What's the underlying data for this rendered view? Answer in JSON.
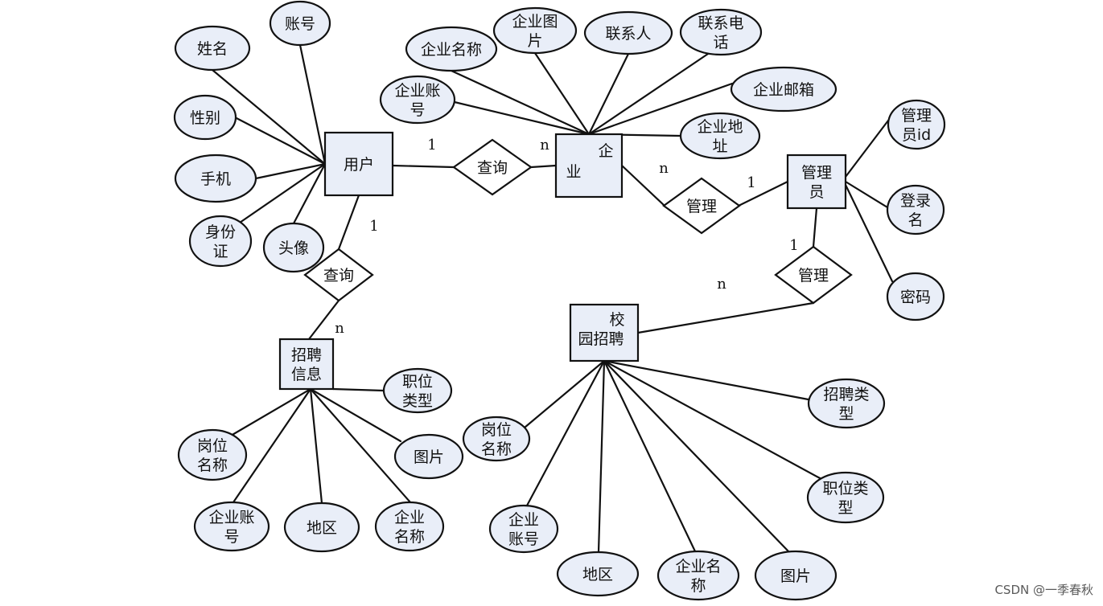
{
  "watermark": "CSDN @一季春秋",
  "entities": {
    "user": [
      "用户"
    ],
    "enterprise": [
      "企",
      "业"
    ],
    "admin": [
      "管理",
      "员"
    ],
    "recruit_info": [
      "招聘",
      "信息"
    ],
    "campus_recruit": [
      "校",
      "园招聘"
    ]
  },
  "relationships": {
    "query_user_enterprise": [
      "查询"
    ],
    "manage_enterprise": [
      "管理"
    ],
    "query_user_info": [
      "查询"
    ],
    "manage_campus": [
      "管理"
    ]
  },
  "attributes": {
    "user_name": [
      "姓名"
    ],
    "user_account": [
      "账号"
    ],
    "user_gender": [
      "性别"
    ],
    "user_phone": [
      "手机"
    ],
    "user_idcard": [
      "身份",
      "证"
    ],
    "user_avatar": [
      "头像"
    ],
    "ent_name": [
      "企业名称"
    ],
    "ent_image": [
      "企业图",
      "片"
    ],
    "ent_contact": [
      "联系人"
    ],
    "ent_tel": [
      "联系电",
      "话"
    ],
    "ent_account": [
      "企业账",
      "号"
    ],
    "ent_email": [
      "企业邮箱"
    ],
    "ent_address": [
      "企业地",
      "址"
    ],
    "admin_id": [
      "管理",
      "员id"
    ],
    "admin_login": [
      "登录",
      "名"
    ],
    "admin_password": [
      "密码"
    ],
    "info_jobtype": [
      "职位",
      "类型"
    ],
    "info_position": [
      "岗位",
      "名称"
    ],
    "info_image": [
      "图片"
    ],
    "info_account": [
      "企业账",
      "号"
    ],
    "info_region": [
      "地区"
    ],
    "info_entname": [
      "企业",
      "名称"
    ],
    "campus_position": [
      "岗位",
      "名称"
    ],
    "campus_recruittype": [
      "招聘类",
      "型"
    ],
    "campus_jobtype": [
      "职位类",
      "型"
    ],
    "campus_account": [
      "企业",
      "账号"
    ],
    "campus_region": [
      "地区"
    ],
    "campus_entname": [
      "企业名",
      "称"
    ],
    "campus_image": [
      "图片"
    ]
  },
  "cardinalities": {
    "user_query_ent_user": "1",
    "user_query_ent_ent": "n",
    "ent_manage_ent": "n",
    "ent_manage_admin": "1",
    "user_query_info_user": "1",
    "user_query_info_info": "n",
    "campus_manage_admin": "1",
    "campus_manage_campus": "n"
  },
  "colors": {
    "fill": "#e9eef8",
    "stroke": "#111111",
    "background": "#ffffff"
  }
}
